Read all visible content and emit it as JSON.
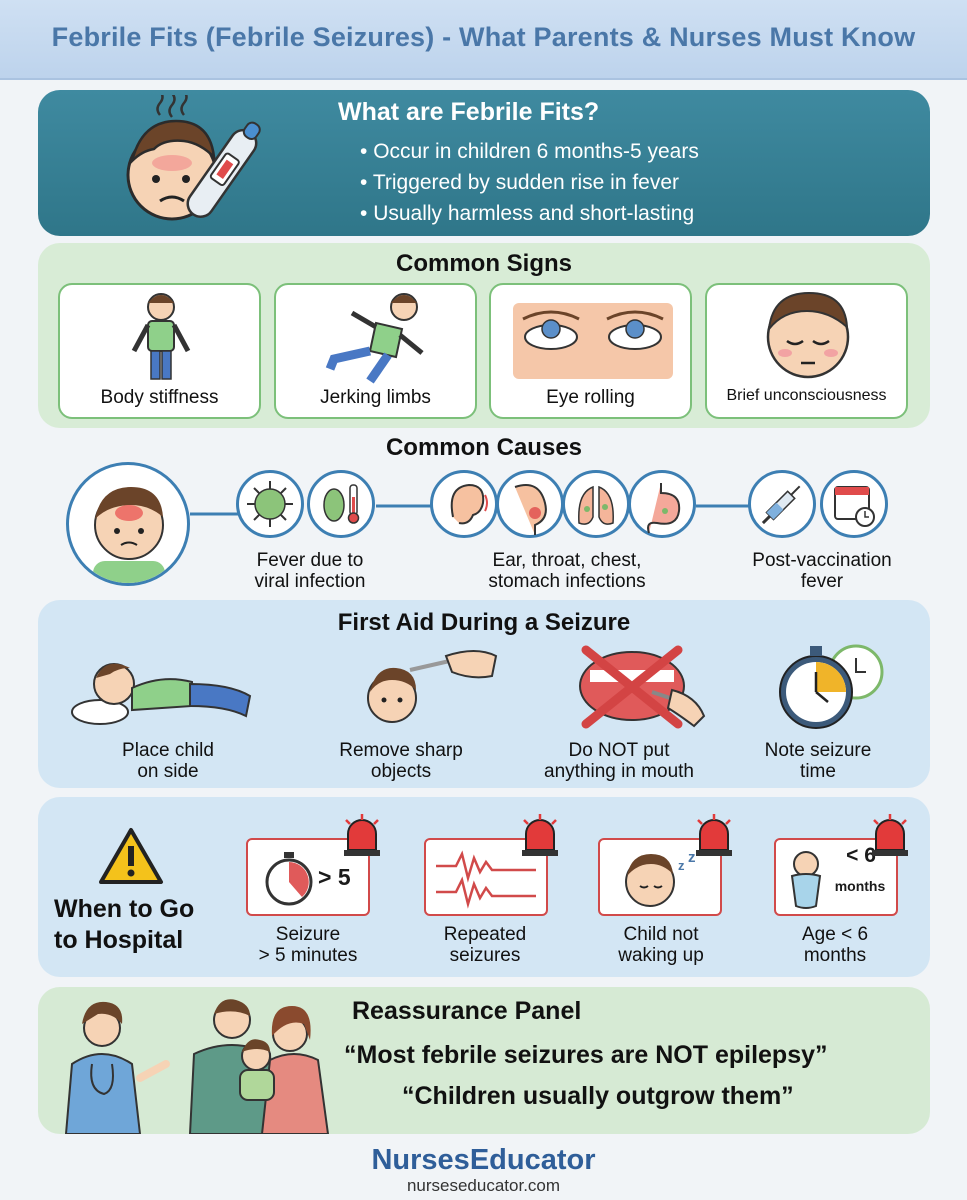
{
  "header": {
    "title": "Febrile Fits (Febrile Seizures) - What Parents & Nurses Must Know"
  },
  "what": {
    "title": "What are Febrile Fits?",
    "points": [
      "Occur in children 6 months-5 years",
      "Triggered by sudden rise in fever",
      "Usually harmless and short-lasting"
    ]
  },
  "signs": {
    "title": "Common Signs",
    "items": [
      "Body stiffness",
      "Jerking limbs",
      "Eye rolling",
      "Brief unconsciousness"
    ]
  },
  "causes": {
    "title": "Common Causes",
    "items": [
      {
        "line1": "Fever due to",
        "line2": "viral infection"
      },
      {
        "line1": "Ear, throat, chest,",
        "line2": "stomach infections"
      },
      {
        "line1": "Post-vaccination",
        "line2": "fever"
      }
    ]
  },
  "first_aid": {
    "title": "First Aid During a Seizure",
    "items": [
      {
        "line1": "Place child",
        "line2": "on side"
      },
      {
        "line1": "Remove sharp",
        "line2": "objects"
      },
      {
        "line1": "Do NOT put",
        "line2": "anything in mouth"
      },
      {
        "line1": "Note seizure",
        "line2": "time"
      }
    ]
  },
  "hospital": {
    "title_line1": "When to Go",
    "title_line2": "to Hospital",
    "timer_text": "> 5",
    "age_text_1": "< 6",
    "age_text_2": "months",
    "items": [
      {
        "line1": "Seizure",
        "line2": "> 5 minutes"
      },
      {
        "line1": "Repeated",
        "line2": "seizures"
      },
      {
        "line1": "Child not",
        "line2": "waking up"
      },
      {
        "line1": "Age < 6",
        "line2": "months"
      }
    ]
  },
  "reassurance": {
    "title": "Reassurance Panel",
    "quote1": "“Most febrile seizures are NOT epilepsy”",
    "quote2": "“Children usually outgrow them”"
  },
  "footer": {
    "brand": "NursesEducator",
    "site": "nurseseducator.com"
  },
  "colors": {
    "teal": "#2f7689",
    "green_panel": "#d8ecd6",
    "blue_panel": "#d3e6f4",
    "alert_red": "#d14a4a",
    "brand_blue": "#2f5e99"
  }
}
